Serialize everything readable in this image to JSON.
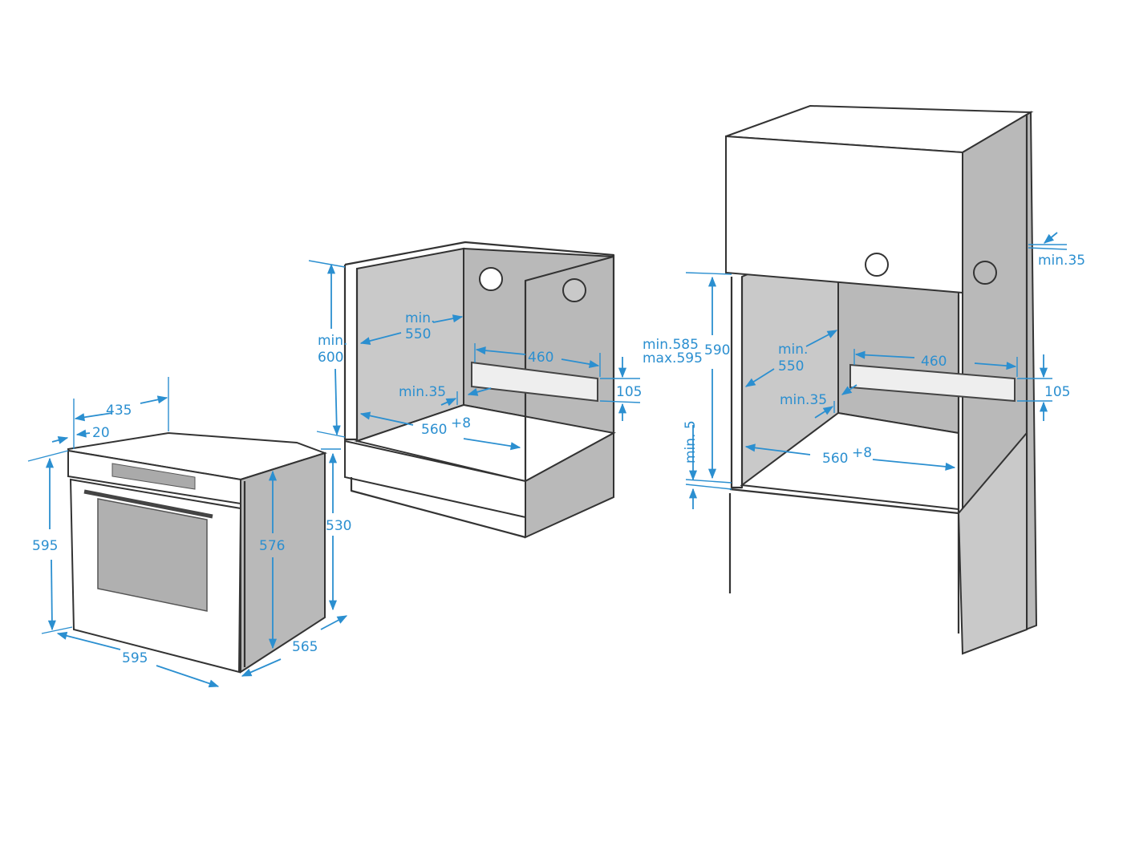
{
  "accent_color": "#2b8fd0",
  "oven": {
    "depth_total": "435",
    "front_offset": "20",
    "height": "595",
    "width": "595",
    "side_height": "576",
    "body_height": "530",
    "body_depth": "565"
  },
  "under_counter": {
    "min_height_a": "min.",
    "min_height_b": "600",
    "min_depth_a": "min.",
    "min_depth_b": "550",
    "vent_width": "460",
    "vent_height": "105",
    "vent_gap": "min.35",
    "niche_width": "560",
    "niche_width_tol": "+8"
  },
  "tall_cabinet": {
    "top_gap": "min.35",
    "niche_height_min": "min.585",
    "niche_height_max": "max.595",
    "niche_height": "590",
    "min_depth_a": "min.",
    "min_depth_b": "550",
    "vent_width": "460",
    "vent_height": "105",
    "vent_gap": "min.35",
    "bottom_gap": "min. 5",
    "niche_width": "560",
    "niche_width_tol": "+8"
  }
}
